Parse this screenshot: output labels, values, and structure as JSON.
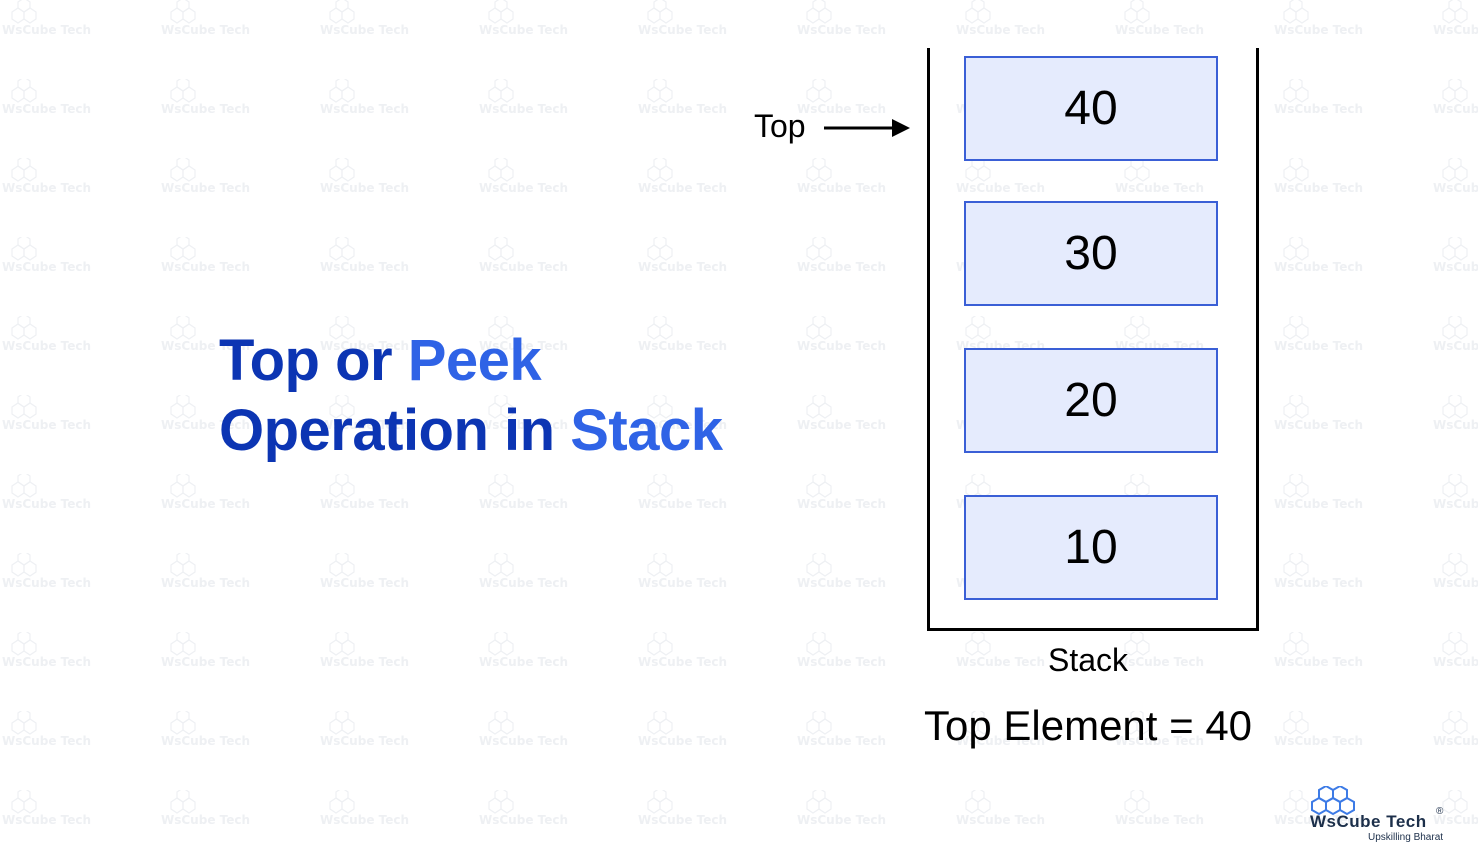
{
  "title": {
    "line1_part1": "Top or ",
    "line1_part2": "Peek",
    "line2_part1": "Operation in ",
    "line2_part2": "Stack"
  },
  "pointer_label": "Top",
  "stack": {
    "items": [
      "40",
      "30",
      "20",
      "10"
    ],
    "caption": "Stack"
  },
  "result_text": "Top Element = 40",
  "logo": {
    "name": "WsCube Tech",
    "registered": "®",
    "tagline": "Upskilling Bharat"
  },
  "colors": {
    "title_dark": "#0c35b3",
    "title_accent": "#2f63e6",
    "box_fill": "#e5ebfd",
    "box_border": "#3a5fd6"
  }
}
